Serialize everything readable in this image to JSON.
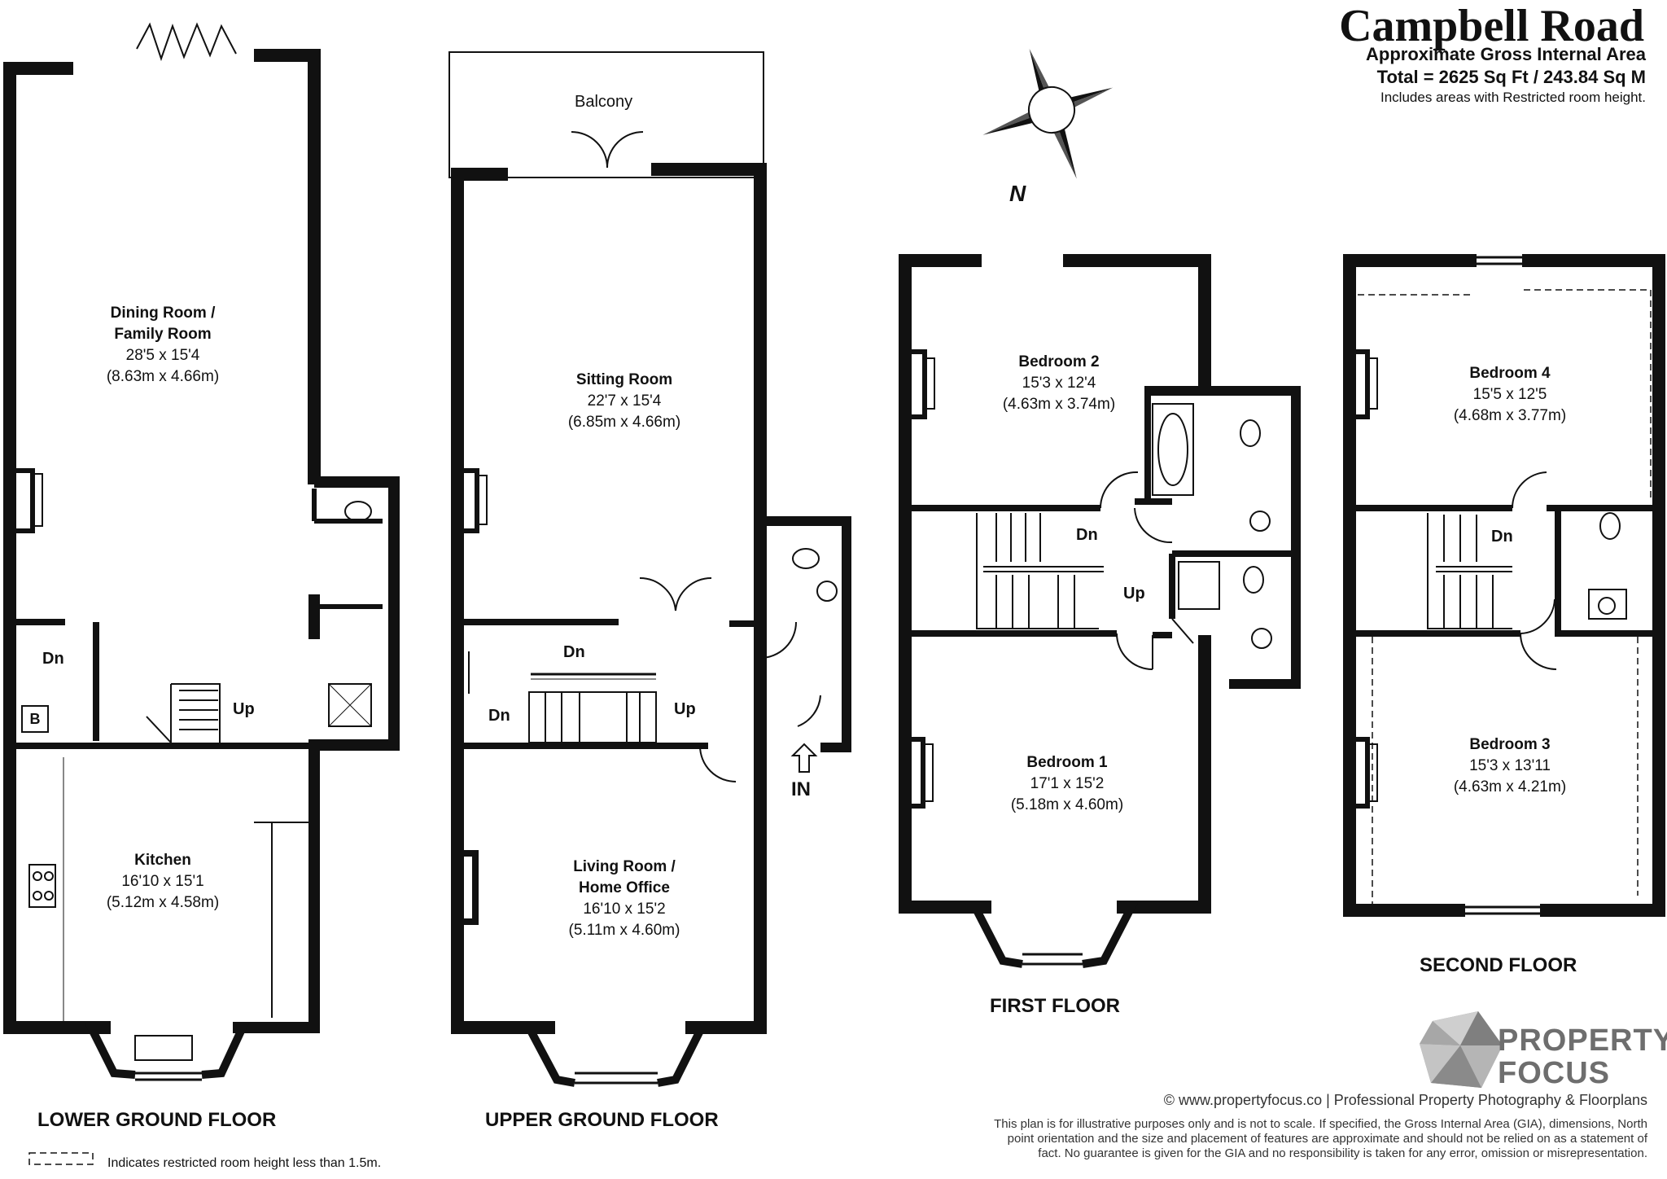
{
  "header": {
    "title": "Campbell Road",
    "gia_label": "Approximate Gross Internal Area",
    "total": "Total = 2625 Sq Ft / 243.84 Sq M",
    "restricted_note": "Includes areas with Restricted room height."
  },
  "compass": {
    "label": "N"
  },
  "floors": {
    "lower_ground": "LOWER GROUND FLOOR",
    "upper_ground": "UPPER GROUND FLOOR",
    "first": "FIRST FLOOR",
    "second": "SECOND FLOOR"
  },
  "rooms": {
    "dining": {
      "name1": "Dining Room /",
      "name2": "Family Room",
      "imperial": "28'5 x 15'4",
      "metric": "(8.63m x 4.66m)"
    },
    "kitchen": {
      "name": "Kitchen",
      "imperial": "16'10 x 15'1",
      "metric": "(5.12m x 4.58m)"
    },
    "sitting": {
      "name": "Sitting Room",
      "imperial": "22'7 x 15'4",
      "metric": "(6.85m x 4.66m)"
    },
    "living": {
      "name1": "Living Room /",
      "name2": "Home Office",
      "imperial": "16'10 x 15'2",
      "metric": "(5.11m x 4.60m)"
    },
    "bedroom2": {
      "name": "Bedroom 2",
      "imperial": "15'3 x 12'4",
      "metric": "(4.63m x 3.74m)"
    },
    "bedroom1": {
      "name": "Bedroom 1",
      "imperial": "17'1 x 15'2",
      "metric": "(5.18m x 4.60m)"
    },
    "bedroom4": {
      "name": "Bedroom 4",
      "imperial": "15'5 x 12'5",
      "metric": "(4.68m x 3.77m)"
    },
    "bedroom3": {
      "name": "Bedroom 3",
      "imperial": "15'3 x 13'11",
      "metric": "(4.63m x 4.21m)"
    }
  },
  "labels": {
    "balcony": "Balcony",
    "dn": "Dn",
    "up": "Up",
    "boiler": "B",
    "entrance": "IN"
  },
  "legend": {
    "text": "Indicates restricted room height less than 1.5m."
  },
  "brand": {
    "line1": "PROPERTY",
    "line2": "FOCUS"
  },
  "footer": {
    "site": "© www.propertyfocus.co | Professional Property Photography & Floorplans",
    "disclaimer1": "This plan is for illustrative purposes only and is not to scale. If specified, the Gross Internal Area (GIA), dimensions, North",
    "disclaimer2": "point orientation and the size and placement of features are approximate and should not be relied on as a statement of",
    "disclaimer3": "fact. No guarantee is given for the GIA and no responsibility is taken for any error, omission or misrepresentation."
  }
}
